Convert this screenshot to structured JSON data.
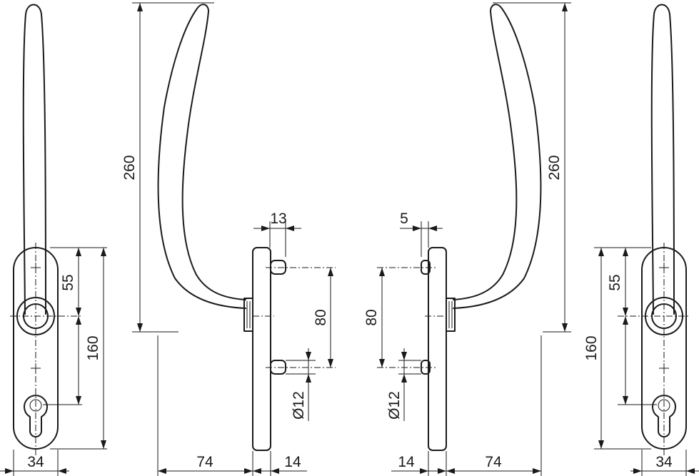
{
  "colors": {
    "line": "#1a1a1a",
    "background": "#ffffff"
  },
  "views": {
    "left_front": {
      "rose_width": "34",
      "rose_height": "160",
      "spindle_to_cylinder": "55"
    },
    "left_side": {
      "height": "260",
      "projection": "74",
      "rose_thickness": "14",
      "pin_offset": "13",
      "pin_spacing": "80",
      "pin_diameter": "Ø12"
    },
    "right_side": {
      "height": "260",
      "projection": "74",
      "rose_thickness": "14",
      "pin_offset": "5",
      "pin_spacing": "80",
      "pin_diameter": "Ø12"
    },
    "right_front": {
      "rose_width": "34",
      "rose_height": "160",
      "spindle_to_cylinder": "55"
    }
  }
}
